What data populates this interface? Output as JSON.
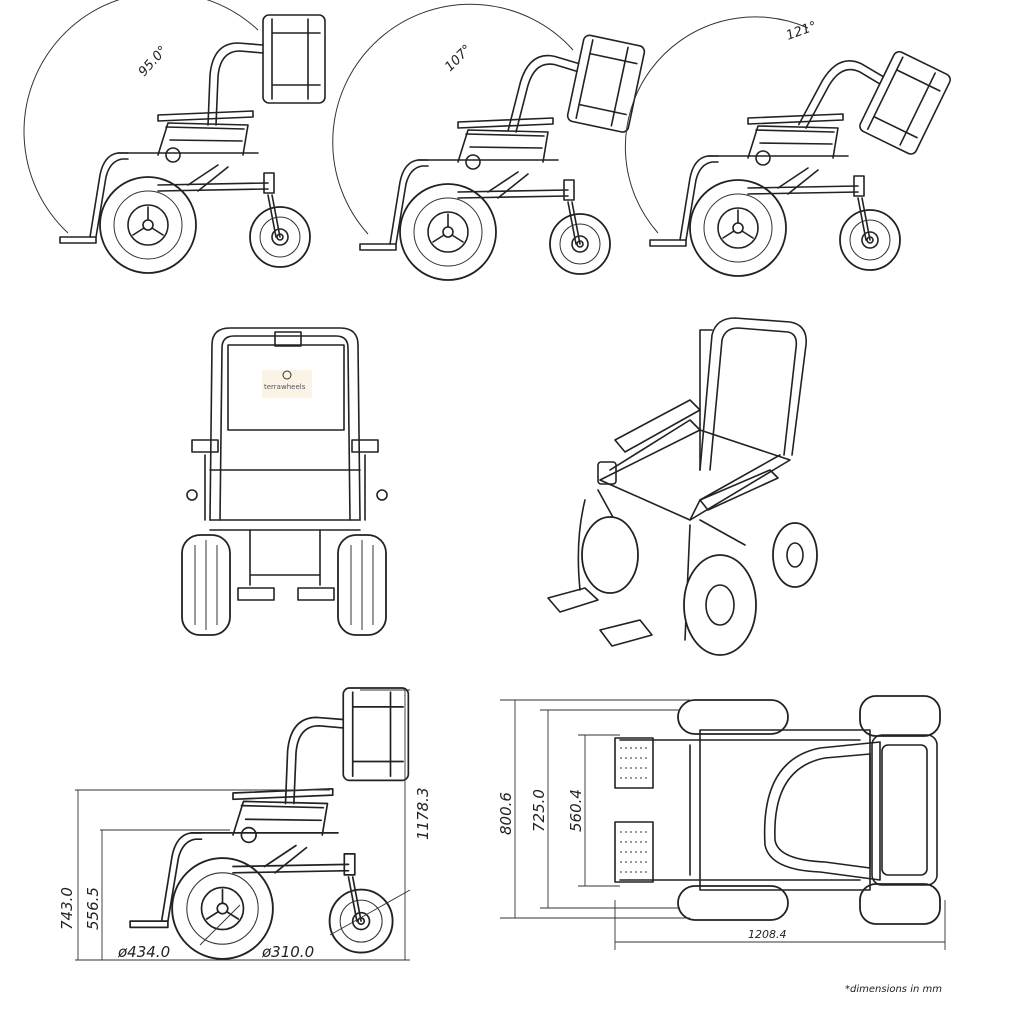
{
  "recline_views": [
    {
      "angle_label": "95.0°"
    },
    {
      "angle_label": "107°"
    },
    {
      "angle_label": "121°"
    }
  ],
  "front_view": {
    "logo_text": "terrawheels"
  },
  "side_dimensions": {
    "overall_height": "1178.3",
    "armrest_height": "743.0",
    "seat_height": "556.5",
    "rear_wheel_diameter": "ø434.0",
    "front_wheel_diameter": "ø310.0"
  },
  "top_dimensions": {
    "overall_width": "800.6",
    "frame_width": "725.0",
    "footrest_width": "560.4",
    "overall_length": "1208.4"
  },
  "footnote": "*dimensions in mm",
  "colors": {
    "line": "#222222",
    "background": "#ffffff"
  }
}
